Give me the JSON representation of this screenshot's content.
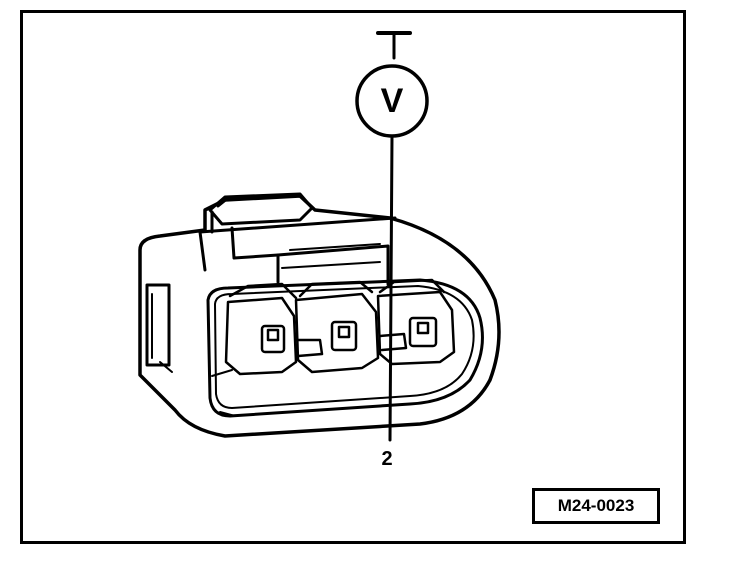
{
  "figure": {
    "voltmeter_symbol": "V",
    "callout_label": "2",
    "reference_code": "M24-0023"
  },
  "icons": {
    "voltmeter": "voltmeter-icon",
    "ground": "ground-symbol-icon",
    "connector": "connector-housing-icon"
  }
}
